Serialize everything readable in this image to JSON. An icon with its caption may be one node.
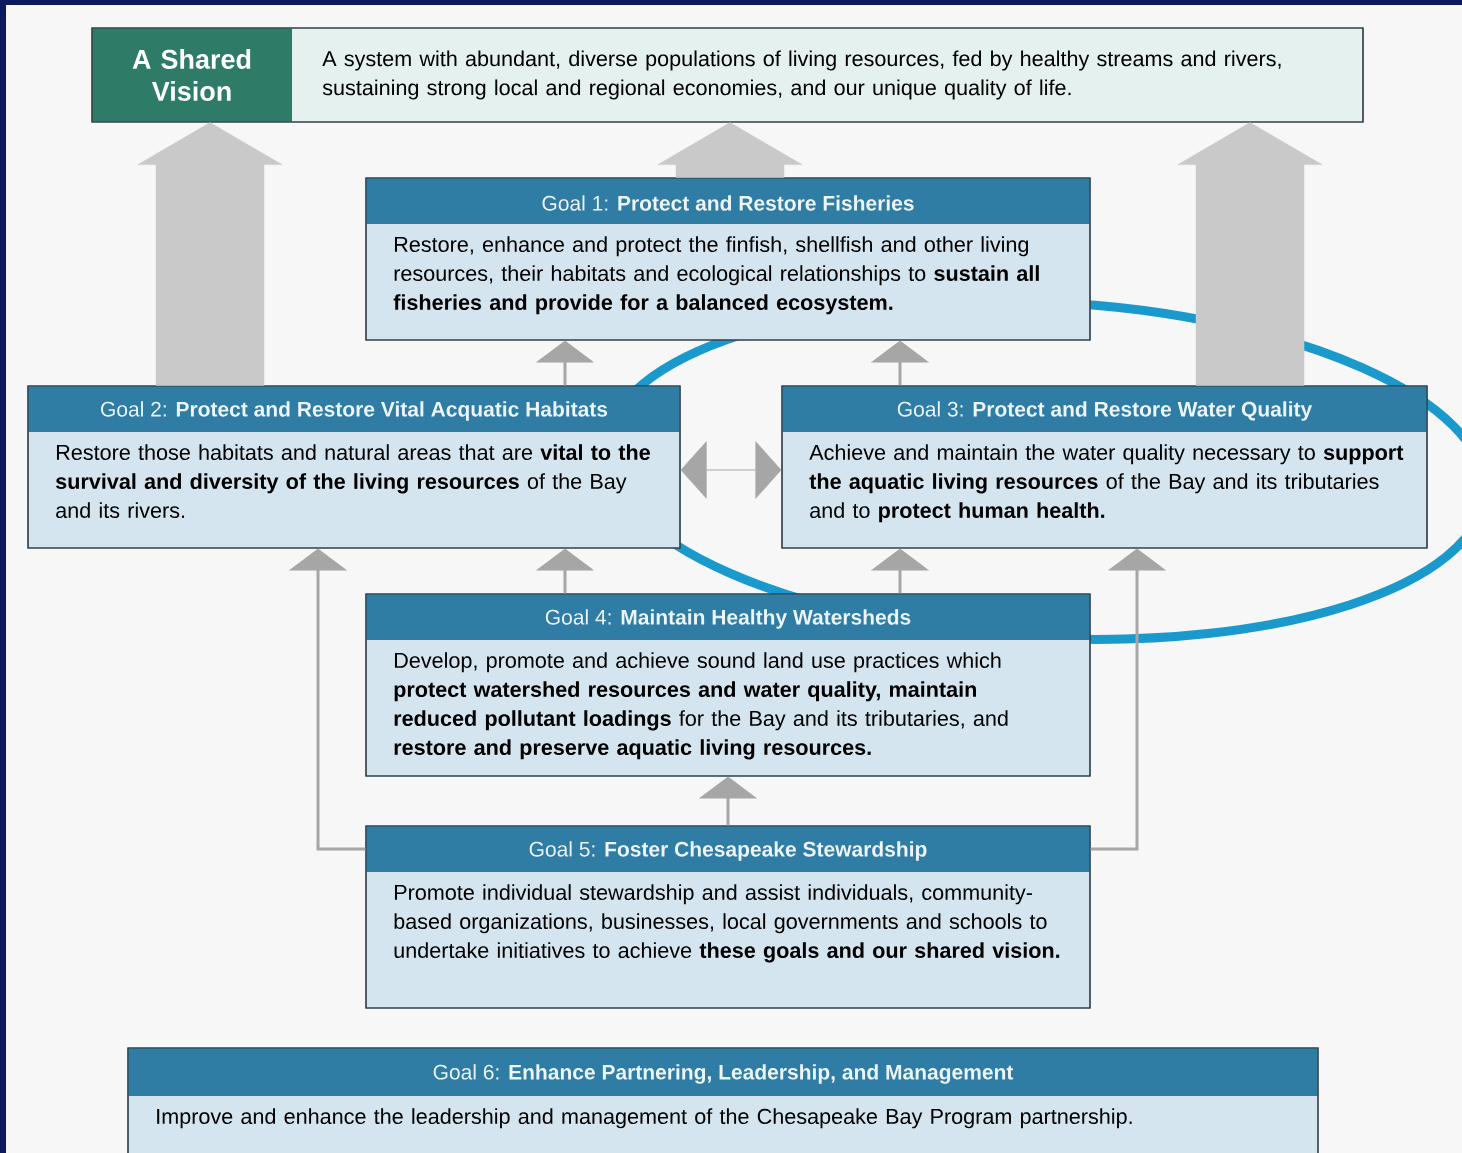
{
  "diagram": {
    "nodes": [
      {
        "text": [
          "A Shared Vision",
          "A system with abundant, diverse populations of living resources, fed by healthy streams and rivers, sustaining strong local and regional economies, and our unique quality of life."
        ]
      },
      {
        "text": [
          "Goal 1:  **Protect and Restore Fisheries**",
          "Restore, enhance and protect the finfish, shellfish and other living resources, their habitats and ecological relationships to **sustain all fisheries and provide for a balanced ecosystem.**"
        ]
      },
      {
        "text": [
          "Goal 2:  **Protect and Restore Vital Acquatic Habitats**",
          "Restore those habitats and natural areas that are **vital to the survival and diversity of the living resources** of the Bay and its rivers."
        ]
      },
      {
        "text": [
          "Goal 3:  **Protect and Restore Water Quality**",
          "Achieve and maintain the water quality necessary to **support the aquatic living resources** of the Bay and its tributaries and to **protect human health.**"
        ]
      },
      {
        "text": [
          "Goal 4:  **Maintain Healthy Watersheds**",
          "Develop, promote and achieve sound land use practices which **protect watershed resources and water quality, maintain reduced pollutant loadings** for the Bay and its tributaries, and **restore and preserve aquatic living resources.**"
        ]
      },
      {
        "text": [
          "Goal 5:  **Foster Chesapeake Stewardship**",
          "Promote individual stewardship and assist individuals, community-based organizations, businesses, local governments and schools to undertake initiatives to achieve **these goals and our shared vision.**"
        ]
      },
      {
        "text": [
          "Goal 6:  **Enhance Partnering, Leadership, and Management**",
          "Improve and enhance the leadership and management of the Chesapeake Bay Program partnership."
        ]
      }
    ],
    "edges": [
      {
        "from": 2,
        "to": 0,
        "arrow": "to",
        "style": "thick"
      },
      {
        "from": 1,
        "to": 0,
        "arrow": "to",
        "style": "thick"
      },
      {
        "from": 3,
        "to": 0,
        "arrow": "to",
        "style": "thick"
      },
      {
        "from": 2,
        "to": 1,
        "arrow": "to"
      },
      {
        "from": 3,
        "to": 1,
        "arrow": "to"
      },
      {
        "from": 2,
        "to": 3,
        "arrow": "both"
      },
      {
        "from": 4,
        "to": 2,
        "arrow": "to"
      },
      {
        "from": 4,
        "to": 3,
        "arrow": "to"
      },
      {
        "from": 5,
        "to": 4,
        "arrow": "to"
      },
      {
        "from": 5,
        "to": 2,
        "arrow": "to"
      },
      {
        "from": 5,
        "to": 3,
        "arrow": "to"
      }
    ]
  }
}
